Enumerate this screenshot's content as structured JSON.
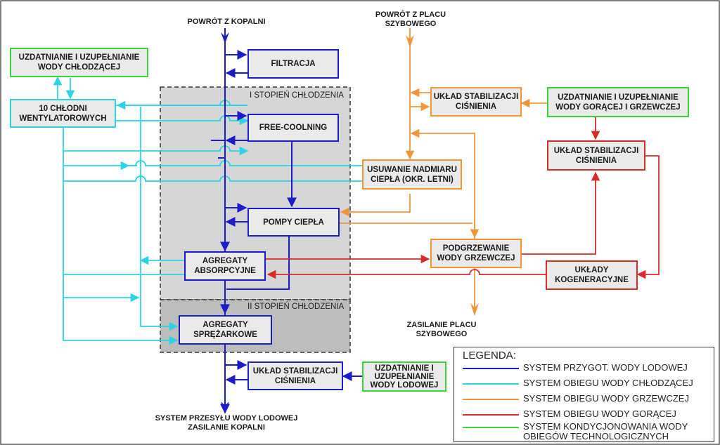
{
  "diagram": {
    "stage1_title": "I STOPIEŃ CHŁODZENIA",
    "stage2_title": "II STOPIEŃ CHŁODZENIA",
    "boxes": {
      "filtracja": "FILTRACJA",
      "free_coolning": "FREE-COOLNING",
      "pompy_ciepla": "POMPY CIEPŁA",
      "agregaty_absorpcyjne": [
        "AGREGATY",
        "ABSORPCYJNE"
      ],
      "agregaty_sprezarkowe": [
        "AGREGATY",
        "SPRĘŻARKOWE"
      ],
      "uklad_stab_lodowy": [
        "UKŁAD STABILIZACJI",
        "CIŚNIENIA"
      ],
      "uzdatnianie_lodowej": [
        "UZDATNIANIE I",
        "UZUPEŁNIANIE",
        "WODY LODOWEJ"
      ],
      "uzdatnianie_chlodzacej": [
        "UZDATNIANIE I UZUPEŁNIANIE",
        "WODY CHŁODZĄCEJ"
      ],
      "chlodnie": [
        "10 CHŁODNI",
        "WENTYLATOROWYCH"
      ],
      "uklad_stab_grzewczej": [
        "UKŁAD STABILIZACJI",
        "CIŚNIENIA"
      ],
      "uzdatnianie_goracej": [
        "UZDATNIANIE I UZUPEŁNIANIE",
        "WODY GORĄCEJ I GRZEWCZEJ"
      ],
      "usuwanie_ciepla": [
        "USUWANIE NADMIARU",
        "CIEPŁA (OKR. LETNI)"
      ],
      "uklad_stab_goracej": [
        "UKŁAD STABILIZACJI",
        "CIŚNIENIA"
      ],
      "podgrzewanie": [
        "PODGRZEWANIE",
        "WODY GRZEWCZEJ"
      ],
      "kogeneracja": [
        "UKŁADY",
        "KOGENERACYJNE"
      ]
    },
    "labels": {
      "powrot_kopalni": "POWRÓT Z KOPALNI",
      "powrot_placu": [
        "POWRÓT Z PLACU",
        "SZYBOWEGO"
      ],
      "zasilanie_placu": [
        "ZASILANIE PLACU",
        "SZYBOWEGO"
      ],
      "przesyl": [
        "SYSTEM PRZESYŁU WODY LODOWEJ",
        "ZASILANIE KOPALNI"
      ]
    }
  },
  "legend": {
    "title": "LEGENDA:",
    "items": [
      {
        "label": "SYSTEM PRZYGOT. WODY LODOWEJ",
        "color": "#1c1cc9"
      },
      {
        "label": "SYSTEM OBIEGU WODY CHŁODZĄCEJ",
        "color": "#2ad4e6"
      },
      {
        "label": "SYSTEM OBIEGU WODY GRZEWCZEJ",
        "color": "#f0963a"
      },
      {
        "label": "SYSTEM OBIEGU WODY GORĄCEJ",
        "color": "#d62b2b"
      },
      {
        "label": "SYSTEM KONDYCJONOWANIA WODY",
        "color": "#3bd43b"
      },
      {
        "label": "OBIEGÓW TECHNOLOGICZNYCH",
        "color": ""
      }
    ]
  },
  "colors": {
    "lodowa": "#1c1cc9",
    "chlodzaca": "#2ad4e6",
    "grzewcza": "#f0963a",
    "goraca": "#d62b2b",
    "kondycjonowanie": "#3bd43b"
  }
}
